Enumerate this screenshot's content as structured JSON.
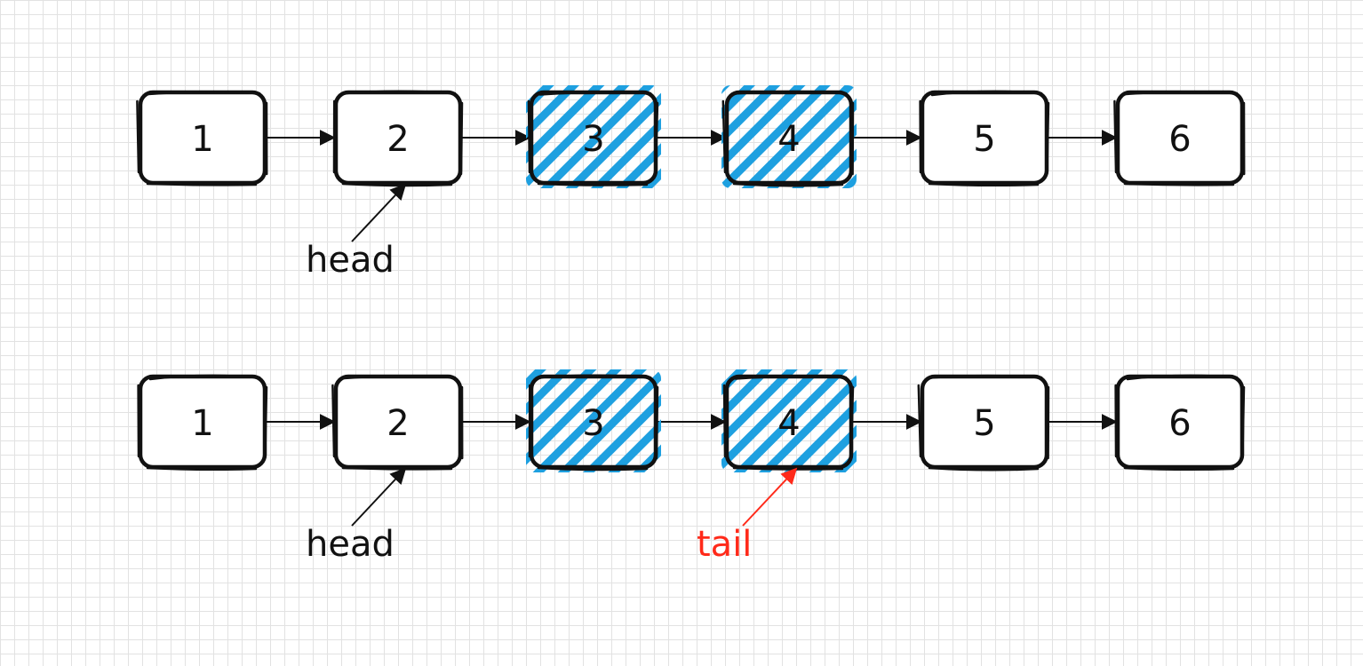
{
  "colors": {
    "ink": "#111111",
    "hatch": "#1ea0e0",
    "tail": "#ff2a1a",
    "grid": "#e2e2e2"
  },
  "diagram": {
    "rows": [
      {
        "nodes": [
          {
            "label": "1",
            "highlighted": false
          },
          {
            "label": "2",
            "highlighted": false
          },
          {
            "label": "3",
            "highlighted": true
          },
          {
            "label": "4",
            "highlighted": true
          },
          {
            "label": "5",
            "highlighted": false
          },
          {
            "label": "6",
            "highlighted": false
          }
        ],
        "pointers": [
          {
            "label": "head",
            "target_node": 1,
            "color": "ink"
          }
        ]
      },
      {
        "nodes": [
          {
            "label": "1",
            "highlighted": false
          },
          {
            "label": "2",
            "highlighted": false
          },
          {
            "label": "3",
            "highlighted": true
          },
          {
            "label": "4",
            "highlighted": true
          },
          {
            "label": "5",
            "highlighted": false
          },
          {
            "label": "6",
            "highlighted": false
          }
        ],
        "pointers": [
          {
            "label": "head",
            "target_node": 1,
            "color": "ink"
          },
          {
            "label": "tail",
            "target_node": 3,
            "color": "tail"
          }
        ]
      }
    ]
  }
}
